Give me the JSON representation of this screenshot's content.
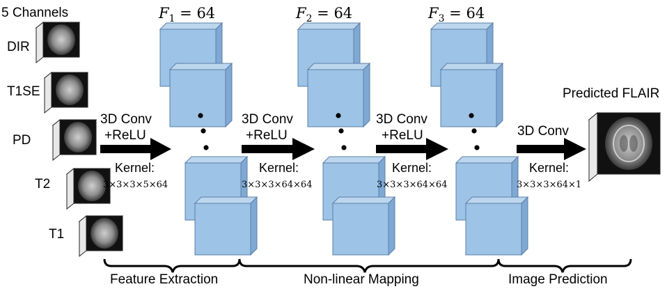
{
  "input": {
    "title": "5 Channels",
    "channels": [
      {
        "label": "DIR"
      },
      {
        "label": "T1SE"
      },
      {
        "label": "PD"
      },
      {
        "label": "T2"
      },
      {
        "label": "T1"
      }
    ]
  },
  "feature_maps": [
    {
      "var": "F",
      "sub": "1",
      "eq": " = 64"
    },
    {
      "var": "F",
      "sub": "2",
      "eq": " = 64"
    },
    {
      "var": "F",
      "sub": "3",
      "eq": " = 64"
    }
  ],
  "operations": [
    {
      "line1": "3D Conv",
      "line2": "+ReLU",
      "kernel_label": "Kernel:",
      "kernel": "3×3×3×5×64"
    },
    {
      "line1": "3D Conv",
      "line2": "+ReLU",
      "kernel_label": "Kernel:",
      "kernel": "3×3×3×64×64"
    },
    {
      "line1": "3D Conv",
      "line2": "+ReLU",
      "kernel_label": "Kernel:",
      "kernel": "3×3×3×64×64"
    },
    {
      "line1": "3D Conv",
      "line2": "",
      "kernel_label": "Kernel:",
      "kernel": "3×3×3×64×1"
    }
  ],
  "output": {
    "title": "Predicted FLAIR"
  },
  "stages": [
    {
      "label": "Feature Extraction"
    },
    {
      "label": "Non-linear Mapping"
    },
    {
      "label": "Image Prediction"
    }
  ],
  "colors": {
    "cube_face": "#9dc3e6",
    "cube_side": "#7fa8d4",
    "cube_top": "#bcd6ee",
    "cube_edge": "#5b7fa6",
    "arrow": "#000000",
    "mri_bg": "#111111"
  }
}
